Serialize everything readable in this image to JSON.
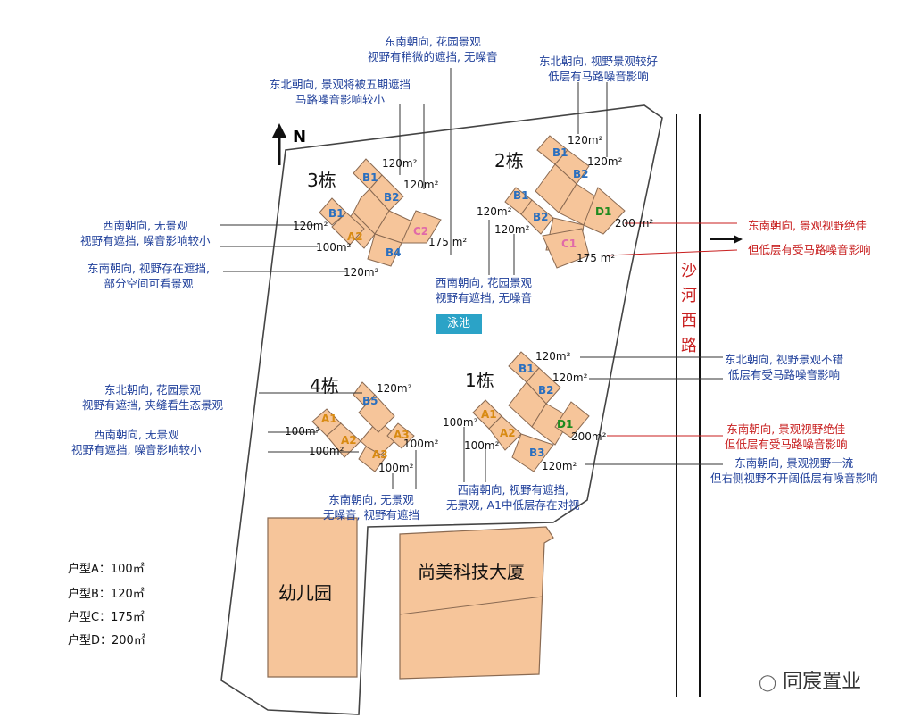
{
  "compass": "N",
  "pool_label": "泳池",
  "road_label": [
    "沙",
    "河",
    "西",
    "路"
  ],
  "kindergarten_label": "幼儿园",
  "tower_label": "尚美科技大厦",
  "watermark": "同宸置业",
  "legend": [
    "户型A：100㎡",
    "户型B：120㎡",
    "户型C：175㎡",
    "户型D：200㎡"
  ],
  "buildings": {
    "b1": "1栋",
    "b2": "2栋",
    "b3": "3栋",
    "b4": "4栋"
  },
  "units": {
    "b3": [
      "B1",
      "B2",
      "B1",
      "A2",
      "C2",
      "B4"
    ],
    "b2": [
      "B1",
      "B2",
      "B1",
      "B2",
      "D1",
      "C1"
    ],
    "b4": [
      "B5",
      "A1",
      "A2",
      "A3",
      "A3"
    ],
    "b1": [
      "B1",
      "B2",
      "A1",
      "A2",
      "D1",
      "B3"
    ]
  },
  "areas": {
    "b3": [
      "120m²",
      "120m²",
      "120m²",
      "100m²",
      "175 m²",
      "120m²"
    ],
    "b2": [
      "120m²",
      "120m²",
      "120m²",
      "120m²",
      "200 m²",
      "175 m²"
    ],
    "b4": [
      "120m²",
      "100m²",
      "100m²",
      "100m²",
      "100m²"
    ],
    "b1": [
      "120m²",
      "120m²",
      "100m²",
      "100m²",
      "200m²",
      "120m²"
    ]
  },
  "annotations": {
    "top_center": [
      "东南朝向, 花园景观",
      "视野有稍微的遮挡, 无噪音"
    ],
    "top_left": [
      "东北朝向, 景观将被五期遮挡",
      "马路噪音影响较小"
    ],
    "top_right": [
      "东北朝向, 视野景观较好",
      "低层有马路噪音影响"
    ],
    "b3_west": [
      "西南朝向, 无景观",
      "视野有遮挡, 噪音影响较小"
    ],
    "b3_south": [
      "东南朝向, 视野存在遮挡,",
      "部分空间可看景观"
    ],
    "b2_south": [
      "西南朝向, 花园景观",
      "视野有遮挡, 无噪音"
    ],
    "b2_east_1": "东南朝向, 景观视野绝佳",
    "b2_east_2": "但低层有受马路噪音影响",
    "b1_ne": [
      "东北朝向, 视野景观不错",
      "低层有受马路噪音影响"
    ],
    "b1_east": [
      "东南朝向, 景观视野绝佳",
      "但低层有受马路噪音影响"
    ],
    "b1_se": [
      "东南朝向, 景观视野一流",
      "但右侧视野不开阔低层有噪音影响"
    ],
    "b1_sw": [
      "西南朝向, 视野有遮挡,",
      "无景观, A1中低层存在对视"
    ],
    "b4_north": [
      "东北朝向, 花园景观",
      "视野有遮挡, 夹缝看生态景观"
    ],
    "b4_west": [
      "西南朝向, 无景观",
      "视野有遮挡, 噪音影响较小"
    ],
    "b4_south": [
      "东南朝向, 无景观",
      "无噪音, 视野有遮挡"
    ]
  },
  "colors": {
    "building_fill": "#f6c59a",
    "building_stroke": "#8a6a52",
    "annotation_blue": "#1f3f9a",
    "annotation_red": "#c81e1e",
    "pool": "#2ba3c7"
  }
}
